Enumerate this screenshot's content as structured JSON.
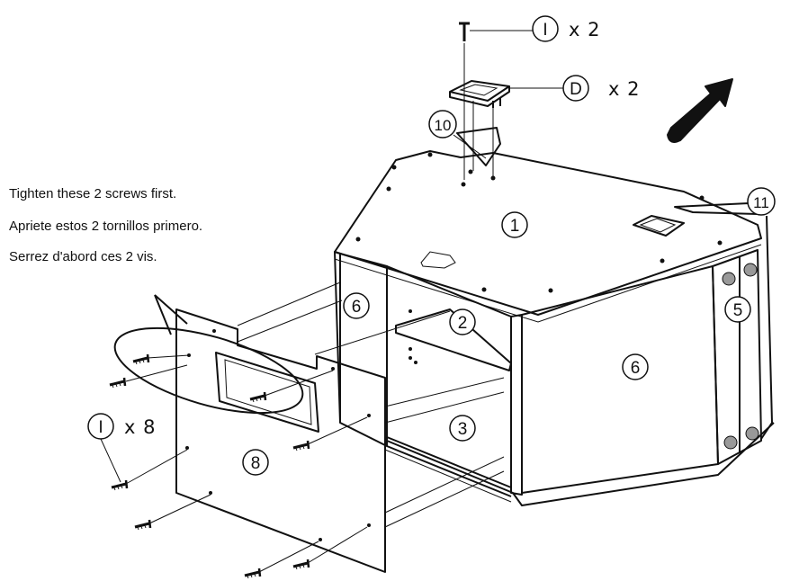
{
  "instructions": {
    "line1": "Tighten these 2 screws first.",
    "line2": "Apriete estos 2 tornillos primero.",
    "line3": "Serrez d'abord ces 2 vis."
  },
  "parts": {
    "p1": "1",
    "p2": "2",
    "p3": "3",
    "p5": "5",
    "p6_side": "6",
    "p6_front": "6",
    "p8": "8",
    "p10": "10",
    "p11": "11"
  },
  "hardware": {
    "top_screw": {
      "label": "I",
      "qty": "x 2"
    },
    "cam": {
      "label": "D",
      "qty": "x 2"
    },
    "panel_screw": {
      "label": "I",
      "qty": "x 8"
    }
  },
  "icons": {
    "direction": "arrow-icon"
  }
}
